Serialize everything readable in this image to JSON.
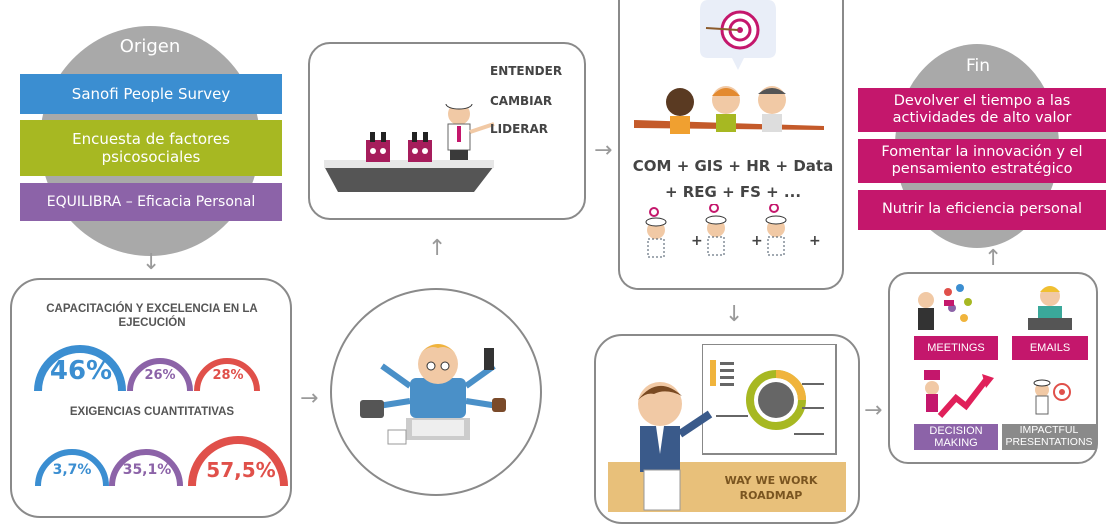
{
  "origin": {
    "title": "Origen",
    "items": [
      "Sanofi People Survey",
      "Encuesta de factores psicosociales",
      "EQUILIBRA – Eficacia Personal"
    ]
  },
  "survey": {
    "heading1": "CAPACITACIÓN Y EXCELENCIA EN LA EJECUCIÓN",
    "values1": [
      "46%",
      "26%",
      "28%"
    ],
    "heading2": "EXIGENCIAS CUANTITATIVAS",
    "values2": [
      "3,7%",
      "35,1%",
      "57,5%"
    ]
  },
  "ship": {
    "words": [
      "ENTENDER",
      "CAMBIAR",
      "LIDERAR"
    ]
  },
  "team": {
    "line1": "COM + GIS + HR + Data",
    "line2": "+ REG + FS + ...",
    "plus": "+"
  },
  "roadmap": {
    "label_line1": "WAY WE WORK",
    "label_line2": "ROADMAP"
  },
  "tiles": [
    {
      "label": "MEETINGS"
    },
    {
      "label": "EMAILS"
    },
    {
      "label": "DECISION MAKING"
    },
    {
      "label": "IMPACTFUL PRESENTATIONS"
    }
  ],
  "fin": {
    "title": "Fin",
    "items": [
      "Devolver el tiempo a las actividades de alto valor",
      "Fomentar la innovación y el pensamiento estratégico",
      "Nutrir la eficiencia personal"
    ]
  },
  "colors": {
    "blue": "#3b8ed1",
    "olive": "#a7b822",
    "purple": "#8c63a8",
    "red": "#e0504a",
    "magenta": "#c4176c",
    "grey": "#a9a9a9"
  }
}
